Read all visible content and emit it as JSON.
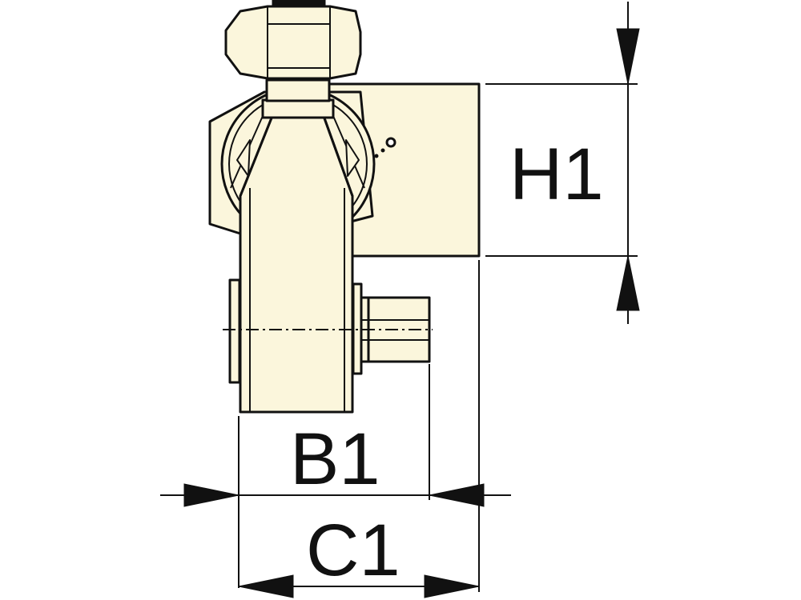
{
  "diagram": {
    "labels": {
      "h1": "H1",
      "b1": "B1",
      "c1": "C1"
    },
    "colors": {
      "body_fill": "#fbf6dc",
      "outline": "#111111",
      "dimension": "#111111",
      "background": "#ffffff"
    }
  }
}
